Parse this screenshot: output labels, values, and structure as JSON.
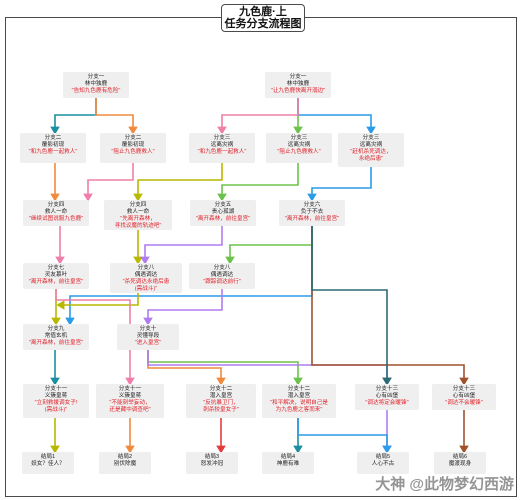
{
  "title": {
    "line1": "九色鹿·上",
    "line2": "任务分支流程图"
  },
  "colors": {
    "teal": "#1a8fa0",
    "orange": "#f08a3c",
    "pink": "#f07ea8",
    "olive": "#b7b800",
    "green": "#6dc24b",
    "purple": "#b07cf0",
    "blue": "#2c9be8",
    "red": "#e23c3c",
    "dark": "#2b6b74",
    "brown": "#a0522d"
  },
  "nodes": {
    "n1": {
      "lines": [
        "分支一",
        "林中独鹿",
        "\"告知九色鹿有危险\""
      ]
    },
    "n2": {
      "lines": [
        "分支一",
        "林中独鹿",
        "\"让九色鹿快离开溺边\""
      ]
    },
    "n3": {
      "lines": [
        "分支二",
        "覆影初现",
        "\"和九色鹿一起救人\""
      ]
    },
    "n4": {
      "lines": [
        "分支二",
        "覆影初现",
        "\"阻止九色鹿救人\""
      ]
    },
    "n5": {
      "lines": [
        "分支三",
        "远离灾祸",
        "\"和九色鹿一起救人\""
      ]
    },
    "n6": {
      "lines": [
        "分支三",
        "远离灾祸",
        "\"阻止九色鹿救人\""
      ]
    },
    "n7": {
      "lines": [
        "分支三",
        "远离灾祸",
        "\"赶机杀死调达，",
        "永绝后患\""
      ]
    },
    "n8": {
      "lines": [
        "分支四",
        "救人一命",
        "\"继续试图说服九色鹿\""
      ]
    },
    "n9": {
      "lines": [
        "分支四",
        "救人一命",
        "\"先离开森林，",
        "寻找议魔的轨迹吧\""
      ]
    },
    "n10": {
      "lines": [
        "分支五",
        "贵心孤湖",
        "\"离开森林，前往皇宫\""
      ]
    },
    "n11": {
      "lines": [
        "分支六",
        "负于不去",
        "\"离开森林，前往皇宫\""
      ]
    },
    "n12": {
      "lines": [
        "分支七",
        "灵友慕叶",
        "\"离开森林，前往皇宫\""
      ]
    },
    "n13": {
      "lines": [
        "分支八",
        "偶遇调达",
        "\"杀死调达永绝后患",
        "(需战斗)\""
      ]
    },
    "n14": {
      "lines": [
        "分支八",
        "偶遇调达",
        "\"跟踪调达前行\""
      ]
    },
    "n15": {
      "lines": [
        "分支九",
        "常值玄机",
        "\"离开森林，前往皇宫\""
      ]
    },
    "n16": {
      "lines": [
        "分支十",
        "灵懂导段",
        "\"进入皇宫\""
      ]
    },
    "n17": {
      "lines": [
        "分支十一",
        "义簇皇蒋",
        "\"立刻救援调女子!",
        "(需战斗)\""
      ]
    },
    "n18": {
      "lines": [
        "分支十一",
        "义簇皇蒋",
        "\"不能刻举妄动，",
        "还是藏中调查吧\""
      ]
    },
    "n19": {
      "lines": [
        "分支十二",
        "潜入皇宫",
        "\"反抗暴卫门，",
        "刺杀狡皇女子\""
      ]
    },
    "n20": {
      "lines": [
        "分支十二",
        "潜入皇宫",
        "\"和平解决，说明自己是",
        "为九色鹿之客而来\""
      ]
    },
    "n21": {
      "lines": [
        "分支十三",
        "心有凶堡",
        "\"调达将定会暖锋\""
      ]
    },
    "n22": {
      "lines": [
        "分支十三",
        "心有凶堡",
        "\"调达不会暖锋\""
      ]
    },
    "e1": {
      "lines": [
        "结局1",
        "妖女？佳人？"
      ]
    },
    "e2": {
      "lines": [
        "结局2",
        "别伏除魔"
      ]
    },
    "e3": {
      "lines": [
        "结局3",
        "怒发冲冠"
      ]
    },
    "e4": {
      "lines": [
        "结局4",
        "神鹿有难"
      ]
    },
    "e5": {
      "lines": [
        "结局5",
        "人心不古"
      ]
    },
    "e6": {
      "lines": [
        "结局6",
        "魔渡现身"
      ]
    }
  },
  "watermark": "大神 @此物梦幻西游"
}
